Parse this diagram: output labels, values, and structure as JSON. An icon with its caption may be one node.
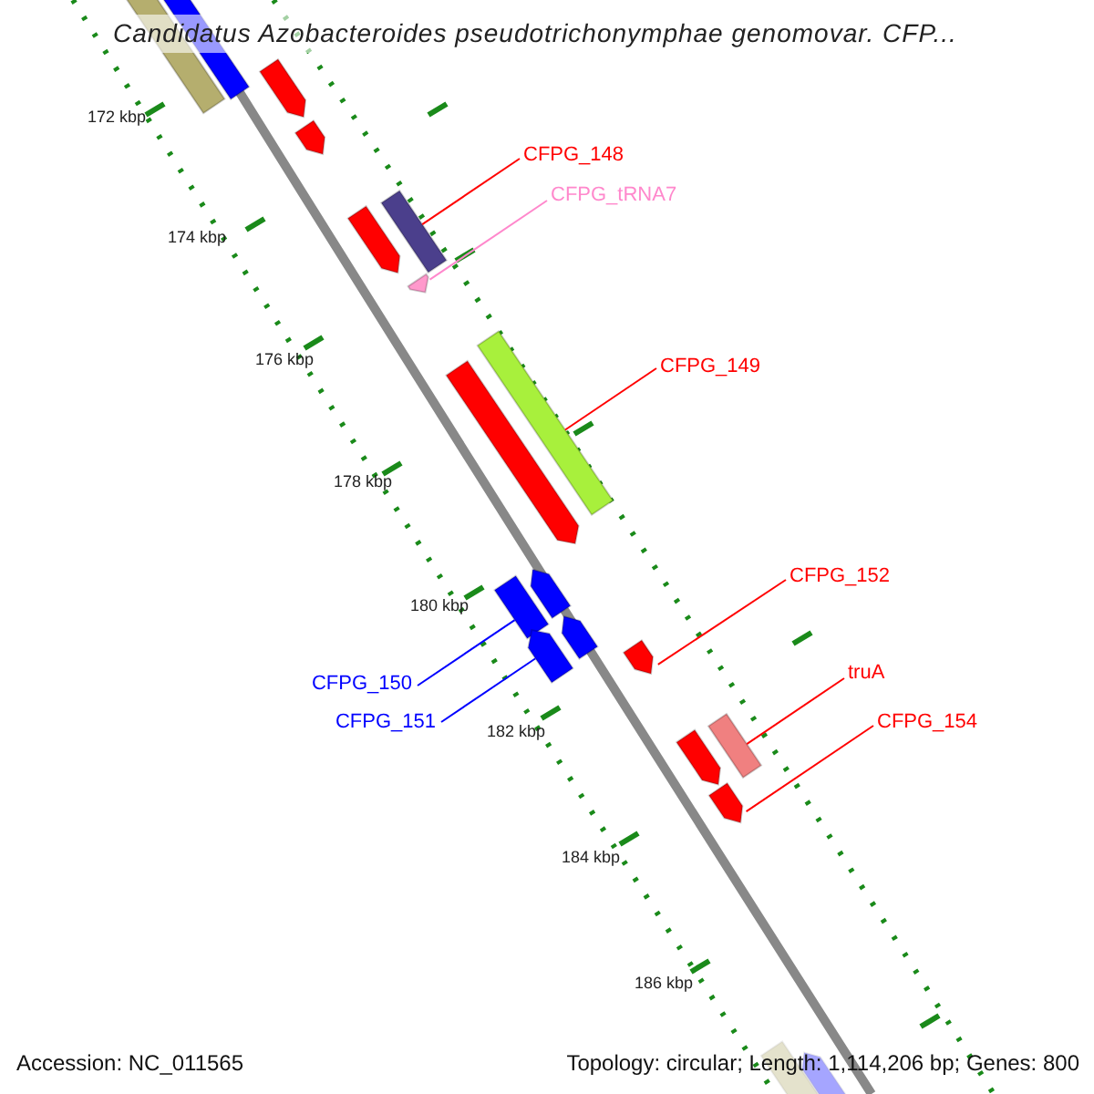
{
  "diagram": {
    "title": "Candidatus Azobacteroides pseudotrichonymphae genomovar. CFP...",
    "nodes": [
      {
        "text": [
          "CFPG_148"
        ]
      },
      {
        "text": [],
        "shape": "bar"
      },
      {
        "text": [
          "CFPG_tRNA7"
        ]
      },
      {
        "text": [],
        "shape": "bar"
      },
      {
        "text": [
          "CFPG_149"
        ]
      },
      {
        "text": [],
        "shape": "bar"
      },
      {
        "text": [
          "CFPG_152"
        ]
      },
      {
        "text": [],
        "shape": "bar"
      },
      {
        "text": [
          "CFPG_150"
        ]
      },
      {
        "text": [],
        "shape": "bar"
      },
      {
        "text": [
          "CFPG_151"
        ]
      },
      {
        "text": [],
        "shape": "bar"
      },
      {
        "text": [
          "truA"
        ]
      },
      {
        "text": [],
        "shape": "bar"
      },
      {
        "text": [
          "CFPG_154"
        ]
      },
      {
        "text": [],
        "shape": "bar"
      },
      {
        "text": [],
        "shape": "bar"
      },
      {
        "text": [],
        "shape": "bar"
      },
      {
        "text": [],
        "shape": "bar"
      },
      {
        "text": [],
        "shape": "bar"
      },
      {
        "text": [],
        "shape": "bar"
      },
      {
        "text": [],
        "shape": "bar"
      },
      {
        "text": [],
        "shape": "bar"
      },
      {
        "text": [],
        "shape": "bar"
      },
      {
        "text": [],
        "shape": "bar"
      },
      {
        "text": [],
        "shape": "bar"
      },
      {
        "text": [],
        "shape": "bar"
      }
    ],
    "edges": [
      {
        "from": 0,
        "to": 1,
        "arrow": "none",
        "color": "#ff0000"
      },
      {
        "from": 2,
        "to": 3,
        "arrow": "none",
        "color": "#ff88cc"
      },
      {
        "from": 4,
        "to": 5,
        "arrow": "none",
        "color": "#ff0000"
      },
      {
        "from": 6,
        "to": 7,
        "arrow": "none",
        "color": "#ff0000"
      },
      {
        "from": 8,
        "to": 9,
        "arrow": "none",
        "color": "#0000ff"
      },
      {
        "from": 10,
        "to": 11,
        "arrow": "none",
        "color": "#0000ff"
      },
      {
        "from": 12,
        "to": 13,
        "arrow": "none",
        "color": "#ff0000"
      },
      {
        "from": 14,
        "to": 15,
        "arrow": "none",
        "color": "#ff0000"
      }
    ],
    "labels": [
      "172 kbp",
      "174 kbp",
      "176 kbp",
      "178 kbp",
      "180 kbp",
      "182 kbp",
      "184 kbp",
      "186 kbp",
      "Accession: NC_011565",
      "Topology: circular; Length: 1,114,206 bp; Genes: 800"
    ]
  }
}
